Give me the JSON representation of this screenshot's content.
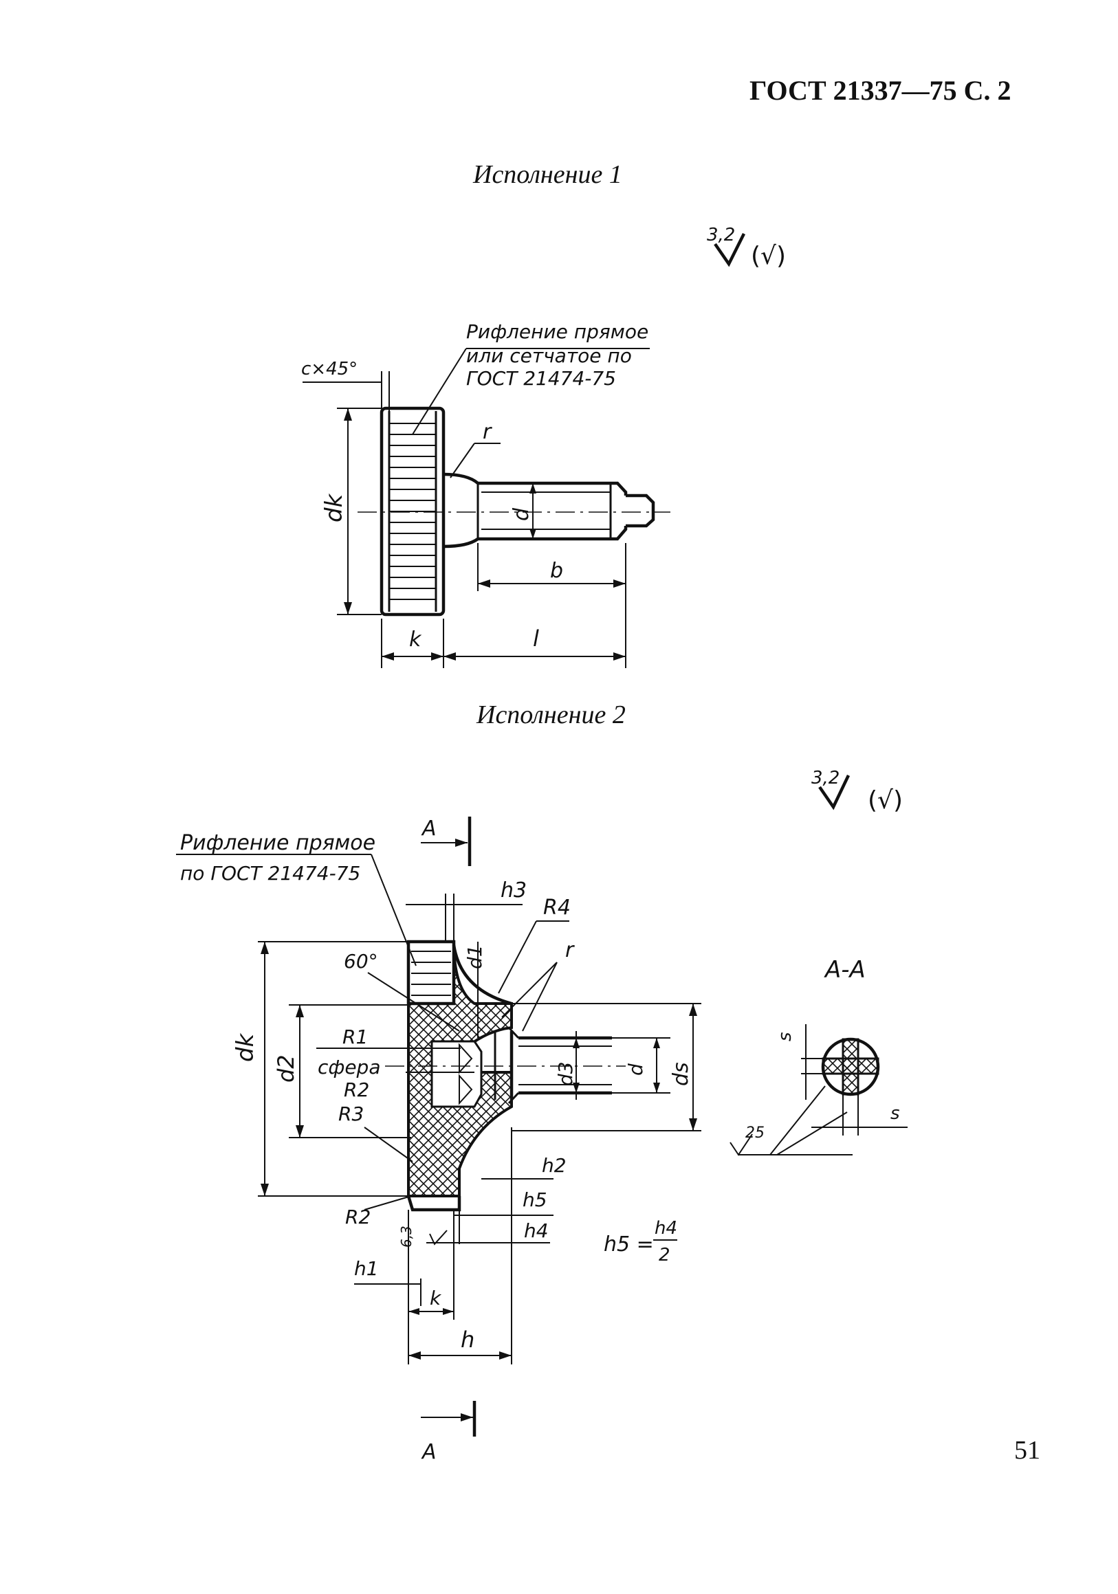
{
  "header": {
    "title": "ГОСТ 21337—75 С. 2"
  },
  "page_number": "51",
  "variant1": {
    "title": "Исполнение 1",
    "roughness": {
      "value": "3,2",
      "tail": "(√)"
    },
    "knurl_note": [
      "Рифление прямое",
      "или сетчатое по",
      "ГОСТ 21474-75"
    ],
    "labels": {
      "chamfer": "c×45°",
      "r": "r",
      "dk": "dk",
      "d": "d",
      "b": "b",
      "k": "k",
      "l": "l"
    }
  },
  "variant2": {
    "title": "Исполнение 2",
    "roughness": {
      "value": "3,2",
      "tail": "(√)"
    },
    "knurl_note": [
      "Рифление прямое",
      "по ГОСТ 21474-75"
    ],
    "section_mark": "A",
    "section_title": "А-А",
    "formula": {
      "lhs": "h5 =",
      "num": "h4",
      "den": "2"
    },
    "labels": {
      "h3": "h3",
      "R4": "R4",
      "d1": "d1",
      "r": "r",
      "angle60": "60°",
      "R1": "R1",
      "sphere": "сфера",
      "R2": "R2",
      "R3": "R3",
      "R2b": "R2",
      "dk": "dk",
      "d2": "d2",
      "d3": "d3",
      "d": "d",
      "ds": "ds",
      "h2": "h2",
      "h5": "h5",
      "h4": "h4",
      "h1": "h1",
      "k": "k",
      "h": "h",
      "roughness_local": "6,3",
      "s_top": "s",
      "s_right": "s",
      "roughness_section": "25"
    }
  }
}
